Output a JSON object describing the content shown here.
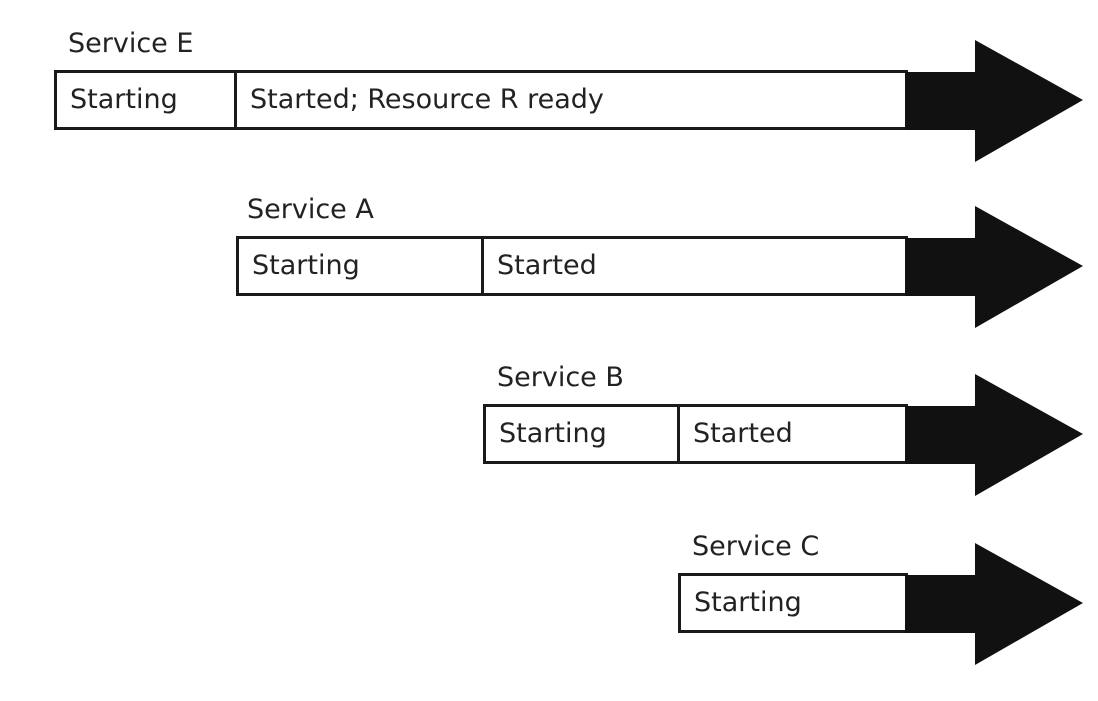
{
  "services": [
    {
      "name": "Service E",
      "stages": [
        {
          "label": "Starting"
        },
        {
          "label": "Started; Resource R ready"
        }
      ]
    },
    {
      "name": "Service A",
      "stages": [
        {
          "label": "Starting"
        },
        {
          "label": "Started"
        }
      ]
    },
    {
      "name": "Service B",
      "stages": [
        {
          "label": "Starting"
        },
        {
          "label": "Started"
        }
      ]
    },
    {
      "name": "Service C",
      "stages": [
        {
          "label": "Starting"
        }
      ]
    }
  ],
  "colors": {
    "arrow": "#111111",
    "stroke": "#1a1a1a",
    "box_fill": "#ffffff",
    "text": "#222222"
  }
}
